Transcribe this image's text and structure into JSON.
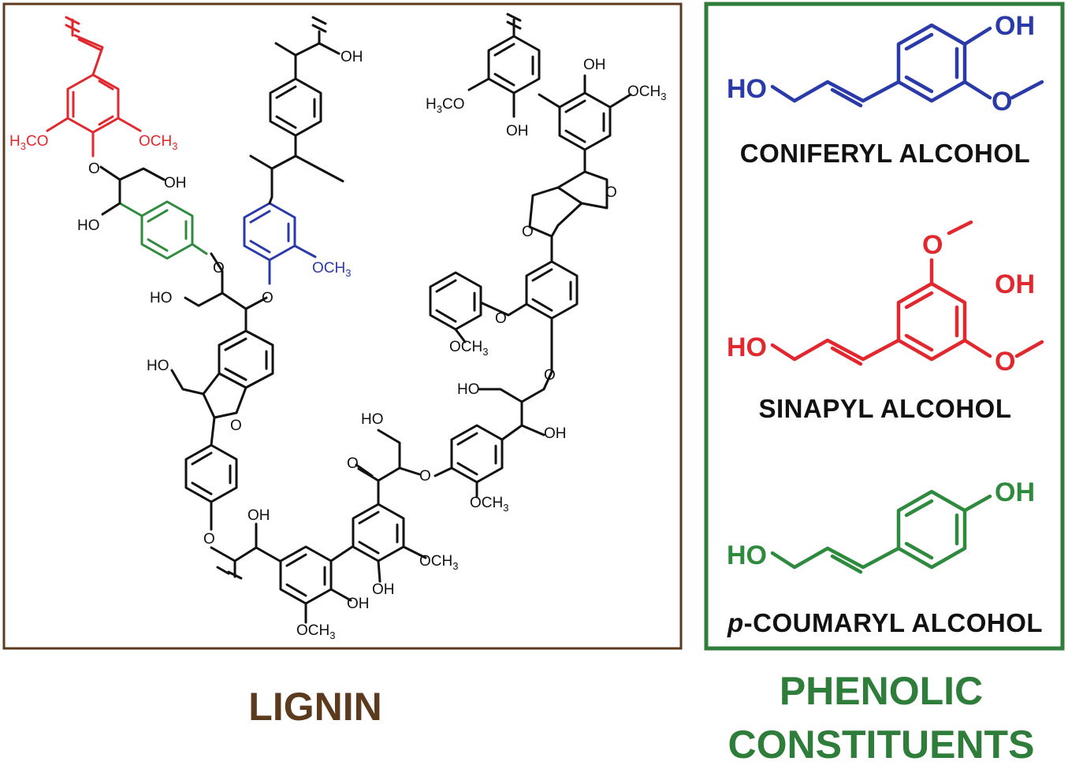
{
  "colors": {
    "lignin_frame": "#5c3a1e",
    "phenolic_frame": "#2e7d3a",
    "coniferyl": "#2a3aa8",
    "sinapyl": "#e0282e",
    "coumaryl": "#2e8b3e",
    "bonds": "#111111"
  },
  "captions": {
    "lignin": "LIGNIN",
    "phenolic_line1": "PHENOLIC",
    "phenolic_line2": "CONSTITUENTS"
  },
  "monomers": {
    "coniferyl": {
      "name": "CONIFERYL ALCOHOL",
      "oh": "OH",
      "ho": "HO"
    },
    "sinapyl": {
      "name": "SINAPYL ALCOHOL",
      "oh": "OH",
      "ho": "HO",
      "o_top": "O",
      "o_bottom": "O"
    },
    "coumaryl": {
      "prefix": "p",
      "name": "-COUMARYL ALCOHOL",
      "oh": "OH",
      "ho": "HO"
    }
  },
  "lignin_labels": {
    "oh_top": "OH",
    "ome_top_right": "OCH",
    "h3co_top_right": "H",
    "h3co_top_right_tail": "CO",
    "oh_mid_right": "OH",
    "h3co_red": "H",
    "h3co_red_tail": "CO",
    "och3_red": "OCH",
    "oh_red": "OH",
    "ho_red": "HO",
    "o_green": "O",
    "o_blue": "O",
    "och3_blue": "OCH",
    "ho_1": "HO",
    "ho_2": "HO",
    "o_furan": "O",
    "o_thf1": "O",
    "o_thf2": "O",
    "o_aryl": "O",
    "och3_aryl": "OCH",
    "o_ether": "O",
    "ho_3": "HO",
    "oh_4": "OH",
    "ho_5": "HO",
    "o_keto": "O",
    "o_ether2": "O",
    "och3_5": "OCH",
    "o_bottom": "O",
    "oh_bottom": "OH",
    "och3_6": "OCH",
    "oh_7": "OH",
    "oh_8": "OH",
    "och3_bottom": "OCH",
    "sub3": "3"
  }
}
